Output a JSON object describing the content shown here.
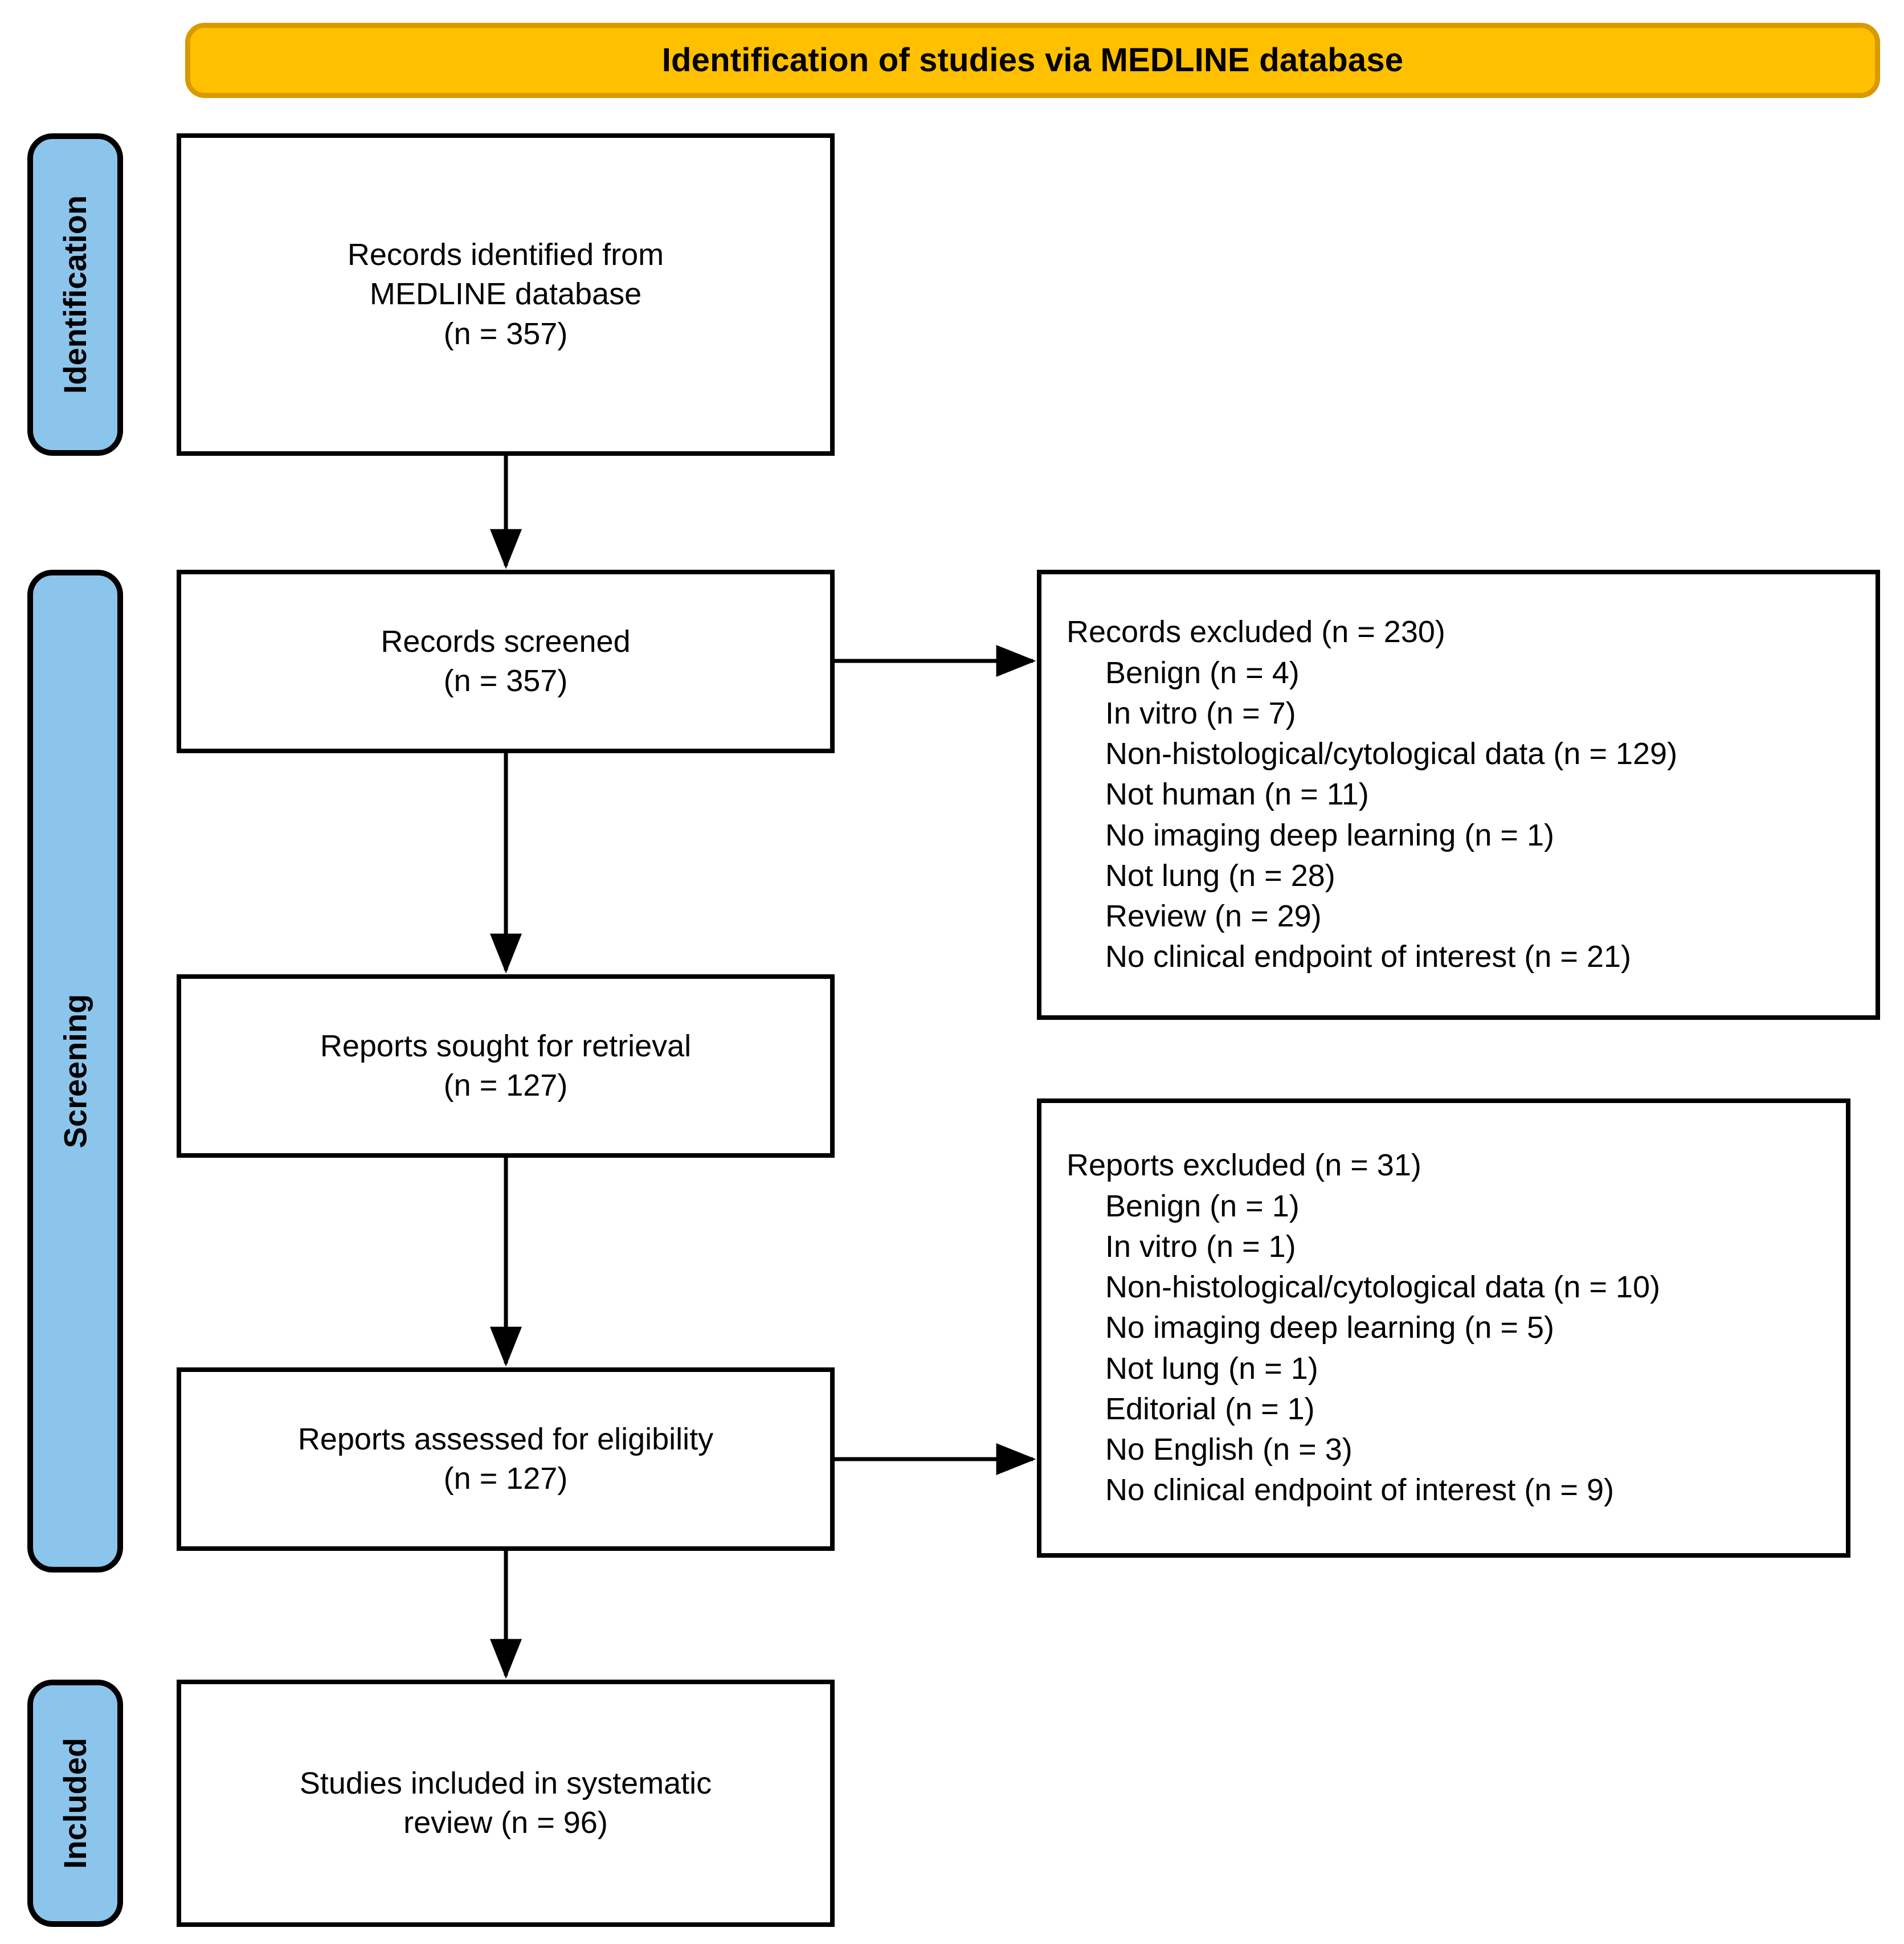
{
  "banner": {
    "title": "Identification of studies via MEDLINE database",
    "fill_color": "#FFC000",
    "border_color": "#D99A00"
  },
  "stages": {
    "fill_color": "#8CC5EC",
    "border_color": "#000000",
    "identification": "Identification",
    "screening": "Screening",
    "included": "Included"
  },
  "flow": {
    "identified": "Records identified from\nMEDLINE database\n(n = 357)",
    "screened": "Records screened\n(n = 357)",
    "sought": "Reports sought for retrieval\n(n = 127)",
    "assessed": "Reports assessed for eligibility\n(n = 127)",
    "included": "Studies included in systematic\nreview (n = 96)"
  },
  "records_excluded": {
    "title": "Records excluded (n = 230)",
    "items": [
      "Benign (n = 4)",
      "In vitro (n = 7)",
      "Non-histological/cytological data (n = 129)",
      "Not human (n = 11)",
      "No imaging deep learning (n = 1)",
      "Not lung (n = 28)",
      "Review (n = 29)",
      "No clinical endpoint of interest (n = 21)"
    ]
  },
  "reports_excluded": {
    "title": "Reports excluded (n = 31)",
    "items": [
      "Benign (n = 1)",
      "In vitro (n = 1)",
      "Non-histological/cytological data (n = 10)",
      "No imaging deep learning (n = 5)",
      "Not lung (n = 1)",
      "Editorial (n = 1)",
      "No English (n = 3)",
      "No clinical endpoint of interest (n = 9)"
    ]
  },
  "chart_data": {
    "type": "diagram",
    "title": "Identification of studies via MEDLINE database",
    "diagram_kind": "PRISMA flow diagram",
    "stages": [
      "Identification",
      "Screening",
      "Included"
    ],
    "nodes": [
      {
        "id": "identified",
        "stage": "Identification",
        "label": "Records identified from MEDLINE database",
        "n": 357
      },
      {
        "id": "screened",
        "stage": "Screening",
        "label": "Records screened",
        "n": 357
      },
      {
        "id": "records_excluded",
        "stage": "Screening",
        "label": "Records excluded",
        "n": 230
      },
      {
        "id": "sought",
        "stage": "Screening",
        "label": "Reports sought for retrieval",
        "n": 127
      },
      {
        "id": "assessed",
        "stage": "Screening",
        "label": "Reports assessed for eligibility",
        "n": 127
      },
      {
        "id": "reports_excluded",
        "stage": "Screening",
        "label": "Reports excluded",
        "n": 31
      },
      {
        "id": "included",
        "stage": "Included",
        "label": "Studies included in systematic review",
        "n": 96
      }
    ],
    "edges": [
      {
        "from": "identified",
        "to": "screened",
        "direction": "down"
      },
      {
        "from": "screened",
        "to": "records_excluded",
        "direction": "right"
      },
      {
        "from": "screened",
        "to": "sought",
        "direction": "down"
      },
      {
        "from": "sought",
        "to": "assessed",
        "direction": "down"
      },
      {
        "from": "assessed",
        "to": "reports_excluded",
        "direction": "right"
      },
      {
        "from": "assessed",
        "to": "included",
        "direction": "down"
      }
    ],
    "records_excluded_breakdown": [
      {
        "reason": "Benign",
        "n": 4
      },
      {
        "reason": "In vitro",
        "n": 7
      },
      {
        "reason": "Non-histological/cytological data",
        "n": 129
      },
      {
        "reason": "Not human",
        "n": 11
      },
      {
        "reason": "No imaging deep learning",
        "n": 1
      },
      {
        "reason": "Not lung",
        "n": 28
      },
      {
        "reason": "Review",
        "n": 29
      },
      {
        "reason": "No clinical endpoint of interest",
        "n": 21
      }
    ],
    "reports_excluded_breakdown": [
      {
        "reason": "Benign",
        "n": 1
      },
      {
        "reason": "In vitro",
        "n": 1
      },
      {
        "reason": "Non-histological/cytological data",
        "n": 10
      },
      {
        "reason": "No imaging deep learning",
        "n": 5
      },
      {
        "reason": "Not lung",
        "n": 1
      },
      {
        "reason": "Editorial",
        "n": 1
      },
      {
        "reason": "No English",
        "n": 3
      },
      {
        "reason": "No clinical endpoint of interest",
        "n": 9
      }
    ]
  }
}
